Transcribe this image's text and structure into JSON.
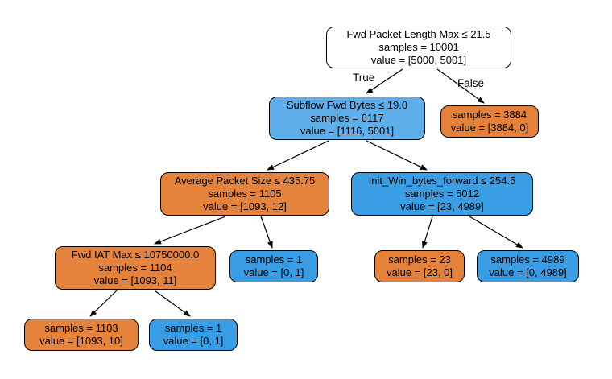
{
  "diagram": {
    "type": "decision-tree",
    "edge_labels": {
      "true": "True",
      "false": "False"
    },
    "colors": {
      "root_fill": "#ffffff",
      "orange_pure": "#e58139",
      "orange_near_pure": "#e5823b",
      "blue_pure": "#399de5",
      "blue_near_pure": "#3a9ee5",
      "blue_mixed": "#5daee9",
      "border": "#000000"
    },
    "nodes": [
      {
        "condition": "Fwd Packet Length Max ≤ 21.5",
        "samples": "samples = 10001",
        "value": "value = [5000, 5001]",
        "fill": "#ffffff"
      },
      {
        "condition": "Subflow Fwd Bytes ≤ 19.0",
        "samples": "samples = 6117",
        "value": "value = [1116, 5001]",
        "fill": "#5daee9"
      },
      {
        "samples": "samples = 3884",
        "value": "value = [3884, 0]",
        "fill": "#e58139"
      },
      {
        "condition": "Average Packet Size ≤ 435.75",
        "samples": "samples = 1105",
        "value": "value = [1093, 12]",
        "fill": "#e5823b"
      },
      {
        "condition": "Init_Win_bytes_forward ≤ 254.5",
        "samples": "samples = 5012",
        "value": "value = [23, 4989]",
        "fill": "#3a9ee5"
      },
      {
        "condition": "Fwd IAT Max ≤ 10750000.0",
        "samples": "samples = 1104",
        "value": "value = [1093, 11]",
        "fill": "#e5823b"
      },
      {
        "samples": "samples = 1",
        "value": "value = [0, 1]",
        "fill": "#399de5"
      },
      {
        "samples": "samples = 23",
        "value": "value = [23, 0]",
        "fill": "#e58139"
      },
      {
        "samples": "samples = 4989",
        "value": "value = [0, 4989]",
        "fill": "#399de5"
      },
      {
        "samples": "samples = 1103",
        "value": "value = [1093, 10]",
        "fill": "#e5823b"
      },
      {
        "samples": "samples = 1",
        "value": "value = [0, 1]",
        "fill": "#399de5"
      }
    ]
  }
}
